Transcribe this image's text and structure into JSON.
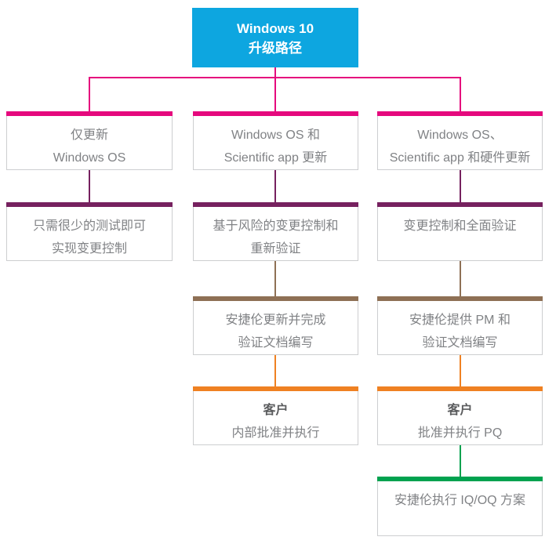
{
  "diagram": {
    "type": "flowchart",
    "root": {
      "lines": [
        "Windows 10",
        "升级路径"
      ]
    },
    "columns": [
      {
        "nodes": [
          {
            "accent": "pink",
            "lines": [
              "仅更新",
              "Windows OS"
            ]
          },
          {
            "accent": "purple",
            "lines": [
              "只需很少的测试即可",
              "实现变更控制"
            ]
          }
        ]
      },
      {
        "nodes": [
          {
            "accent": "pink",
            "lines": [
              "Windows OS 和",
              "Scientific app 更新"
            ]
          },
          {
            "accent": "purple",
            "lines": [
              "基于风险的变更控制和",
              "重新验证"
            ]
          },
          {
            "accent": "brown",
            "lines": [
              "安捷伦更新并完成",
              "验证文档编写"
            ]
          },
          {
            "accent": "orange",
            "lines": [
              "客户",
              "内部批准并执行"
            ]
          }
        ]
      },
      {
        "nodes": [
          {
            "accent": "pink",
            "lines": [
              "Windows OS、",
              "Scientific app 和硬件更新"
            ]
          },
          {
            "accent": "purple",
            "lines": [
              "变更控制和全面验证"
            ]
          },
          {
            "accent": "brown",
            "lines": [
              "安捷伦提供 PM 和",
              "验证文档编写"
            ]
          },
          {
            "accent": "orange",
            "lines": [
              "客户",
              "批准并执行 PQ"
            ]
          },
          {
            "accent": "green",
            "lines": [
              "安捷伦执行 IQ/OQ 方案"
            ]
          }
        ]
      }
    ],
    "colors": {
      "root_bg": "#0da6e0",
      "pink": "#e5097d",
      "purple": "#76215f",
      "brown": "#8e7055",
      "orange": "#ef8122",
      "green": "#00a24f",
      "text": "#808285",
      "bold_text": "#5b5c5e",
      "box_border": "#cdced0"
    }
  }
}
